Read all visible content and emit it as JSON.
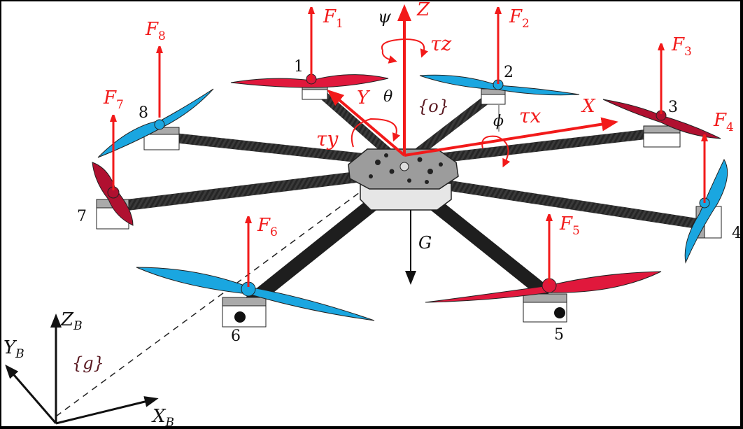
{
  "diagram": {
    "title": "Octocopter force and torque diagram",
    "colors": {
      "force": "#f21a1a",
      "arm": "#222222",
      "prop_red": "#e0183c",
      "prop_dark_red": "#b01030",
      "prop_blue": "#1aa6e0",
      "body": "#9a9a9a",
      "text": "#111111",
      "frame_label": "#5a1a22"
    },
    "body_frame": {
      "name": "{o}",
      "axes": {
        "x": "X",
        "y": "Y",
        "z": "Z"
      },
      "angles": {
        "roll": "ϕ",
        "pitch": "θ",
        "yaw": "ψ"
      },
      "torques": {
        "x": "τx",
        "y": "τy",
        "z": "τz"
      },
      "gravity": "G"
    },
    "ground_frame": {
      "name": "{g}",
      "axes": {
        "x": "X",
        "x_sub": "B",
        "y": "Y",
        "y_sub": "B",
        "z": "Z",
        "z_sub": "B"
      }
    },
    "rotors": [
      {
        "id": "1",
        "force": "F",
        "sub": "1",
        "prop": "red"
      },
      {
        "id": "2",
        "force": "F",
        "sub": "2",
        "prop": "blue"
      },
      {
        "id": "3",
        "force": "F",
        "sub": "3",
        "prop": "red"
      },
      {
        "id": "4",
        "force": "F",
        "sub": "4",
        "prop": "blue"
      },
      {
        "id": "5",
        "force": "F",
        "sub": "5",
        "prop": "red"
      },
      {
        "id": "6",
        "force": "F",
        "sub": "6",
        "prop": "blue"
      },
      {
        "id": "7",
        "force": "F",
        "sub": "7",
        "prop": "red"
      },
      {
        "id": "8",
        "force": "F",
        "sub": "8",
        "prop": "blue"
      }
    ]
  }
}
